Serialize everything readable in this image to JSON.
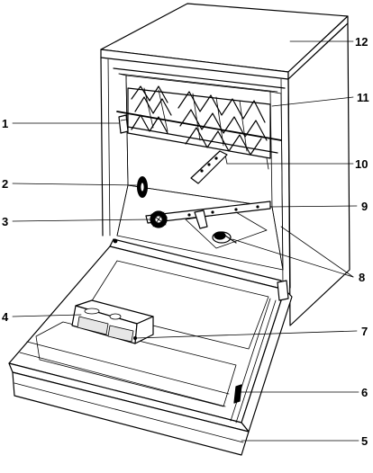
{
  "callouts": [
    {
      "id": 1,
      "label": "1",
      "part": "upper-basket-adjuster"
    },
    {
      "id": 2,
      "label": "2",
      "part": "water-hardness-dial"
    },
    {
      "id": 3,
      "label": "3",
      "part": "salt-container"
    },
    {
      "id": 4,
      "label": "4",
      "part": "detergent-dispenser"
    },
    {
      "id": 5,
      "label": "5",
      "part": "rating-plate"
    },
    {
      "id": 6,
      "label": "6",
      "part": "door-handle-latch"
    },
    {
      "id": 7,
      "label": "7",
      "part": "rinse-aid-dispenser"
    },
    {
      "id": 8,
      "label": "8",
      "part": "filters"
    },
    {
      "id": 9,
      "label": "9",
      "part": "lower-spray-arm"
    },
    {
      "id": 10,
      "label": "10",
      "part": "upper-spray-arm"
    },
    {
      "id": 11,
      "label": "11",
      "part": "upper-basket"
    },
    {
      "id": 12,
      "label": "12",
      "part": "worktop"
    }
  ],
  "colors": {
    "line": "#000000",
    "background": "#ffffff",
    "panel_shade": "#e6e6e6"
  }
}
